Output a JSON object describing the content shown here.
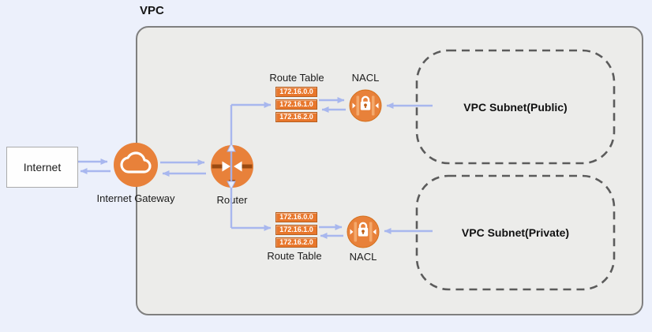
{
  "labels": {
    "vpc": "VPC",
    "internet": "Internet",
    "internet_gateway": "Internet Gateway",
    "router": "Router",
    "nacl_public": "NACL",
    "nacl_private": "NACL",
    "subnet_public": "VPC Subnet(Public)",
    "subnet_private": "VPC Subnet(Private)"
  },
  "route_tables": {
    "public": {
      "title": "Route Table",
      "rows": [
        "172.16.0.0",
        "172.16.1.0",
        "172.16.2.0"
      ]
    },
    "private": {
      "title": "Route Table",
      "rows": [
        "172.16.0.0",
        "172.16.1.0",
        "172.16.2.0"
      ]
    }
  },
  "icons": {
    "internet_gateway": "cloud-icon",
    "router": "router-arrows-icon",
    "nacl": "lock-icon"
  },
  "colors": {
    "icon_orange": "#E8813A",
    "icon_orange_dark": "#9A4A12",
    "route_row_orange": "#E8772C",
    "route_row_border": "#B65E1E",
    "arrow_blue": "#A3B3EF",
    "vpc_fill": "#ECECEA",
    "vpc_border": "#7F7F7F",
    "subnet_dash_border": "#5B5B5B",
    "page_background": "#ECF0FB"
  }
}
